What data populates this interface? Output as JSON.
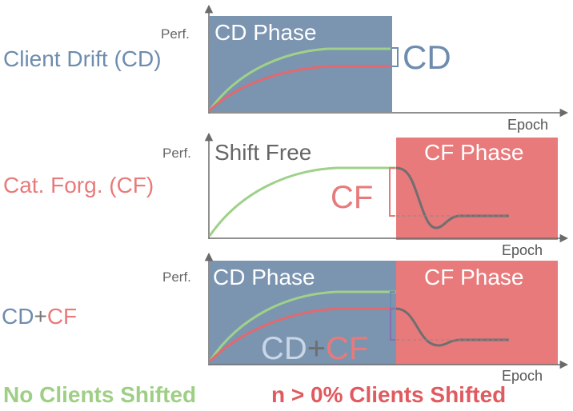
{
  "colors": {
    "cd_blue": "#7b94b0",
    "cf_red": "#e87a7b",
    "green_curve": "#9fd18a",
    "red_curve": "#e2696e",
    "gray_curve": "#6f6f6f",
    "bracket_purple": "#8a6fb0",
    "axis_gray": "#6a6a6a",
    "footer_green": "#9ecf84",
    "footer_red": "#e05a5f"
  },
  "rows": [
    {
      "label": "Client Drift (CD)",
      "y_axis": "Perf.",
      "x_axis": "Epoch",
      "left_phase": "CD Phase",
      "bracket_label": "CD"
    },
    {
      "label": "Cat. Forg. (CF)",
      "y_axis": "Perf.",
      "x_axis": "Epoch",
      "left_phase": "Shift Free",
      "right_phase": "CF Phase",
      "bracket_label": "CF"
    },
    {
      "label_cd": "CD",
      "label_plus": "+",
      "label_cf": "CF",
      "y_axis": "Perf.",
      "x_axis": "Epoch",
      "left_phase": "CD Phase",
      "right_phase": "CF Phase",
      "inner_cd": "CD",
      "inner_plus": "+",
      "inner_cf": "CF"
    }
  ],
  "footer": {
    "left": "No Clients Shifted",
    "right": "n > 0% Clients Shifted"
  }
}
